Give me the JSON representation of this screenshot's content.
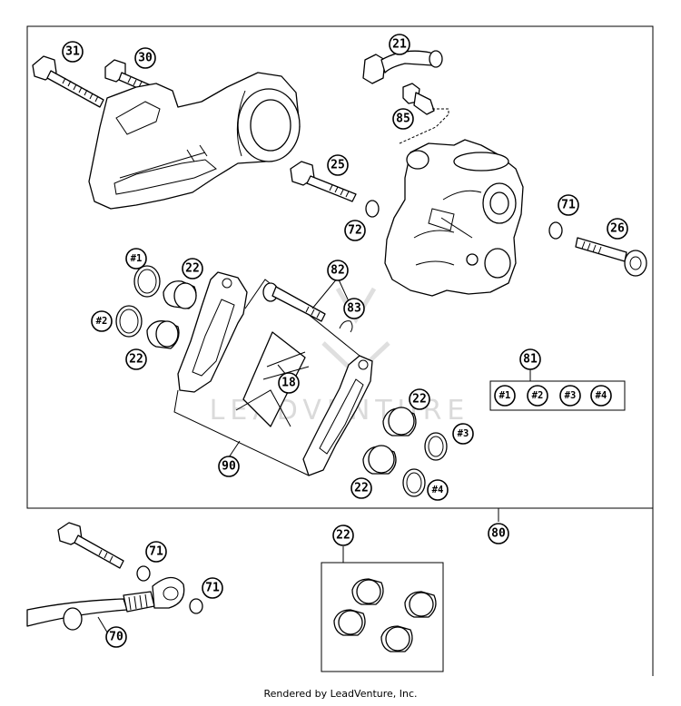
{
  "watermark": "LEADVENTURE",
  "footer": "Rendered by LeadVenture, Inc.",
  "callouts": {
    "c31": "31",
    "c30": "30",
    "c21": "21",
    "c85": "85",
    "c25": "25",
    "c72": "72",
    "c71a": "71",
    "c26": "26",
    "h1a": "#1",
    "c22a": "22",
    "c82": "82",
    "c83": "83",
    "h2a": "#2",
    "c22b": "22",
    "c18": "18",
    "c81": "81",
    "h1b": "#1",
    "h2b": "#2",
    "h3b": "#3",
    "h4b": "#4",
    "c22c": "22",
    "h3a": "#3",
    "c90": "90",
    "c22d": "22",
    "h4a": "#4",
    "c80": "80",
    "c71b": "71",
    "c22e": "22",
    "c71c": "71",
    "c70": "70"
  }
}
